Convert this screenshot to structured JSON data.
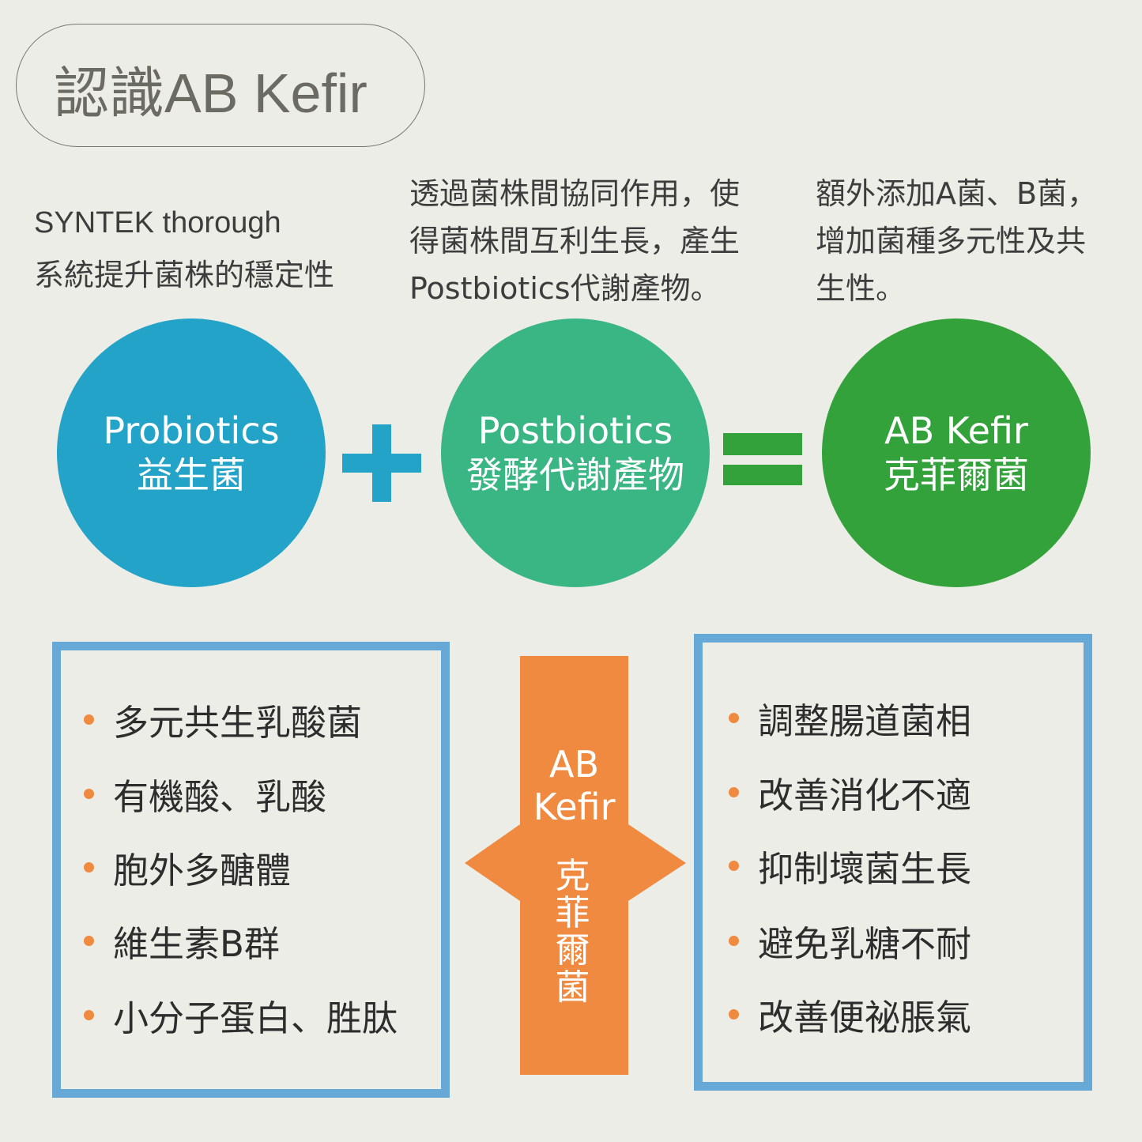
{
  "title": "認識AB Kefir",
  "descriptions": {
    "left": [
      "SYNTEK thorough",
      "系統提升菌株的穩定性"
    ],
    "middle": [
      "透過菌株間協同作用，使",
      "得菌株間互利生長，產生",
      "Postbiotics代謝產物。"
    ],
    "right": [
      "額外添加A菌、B菌，",
      "增加菌種多元性及共",
      "生性。"
    ]
  },
  "circles": [
    {
      "en": "Probiotics",
      "zh": "益生菌",
      "color": "#23A3C7"
    },
    {
      "en": "Postbiotics",
      "zh": "發酵代謝產物",
      "color": "#3AB584"
    },
    {
      "en": "AB Kefir",
      "zh": "克菲爾菌",
      "color": "#33A23B"
    }
  ],
  "operators": {
    "plus_color": "#23A3C7",
    "equals_color": "#33A23B"
  },
  "arrow": {
    "line1": "AB",
    "line2": "Kefir",
    "vertical": [
      "克",
      "菲",
      "爾",
      "菌"
    ],
    "color": "#F08A40"
  },
  "left_list": [
    "多元共生乳酸菌",
    "有機酸、乳酸",
    "胞外多醣體",
    "維生素B群",
    "小分子蛋白、胜肽"
  ],
  "right_list": [
    "調整腸道菌相",
    "改善消化不適",
    "抑制壞菌生長",
    "避免乳糖不耐",
    "改善便祕脹氣"
  ]
}
